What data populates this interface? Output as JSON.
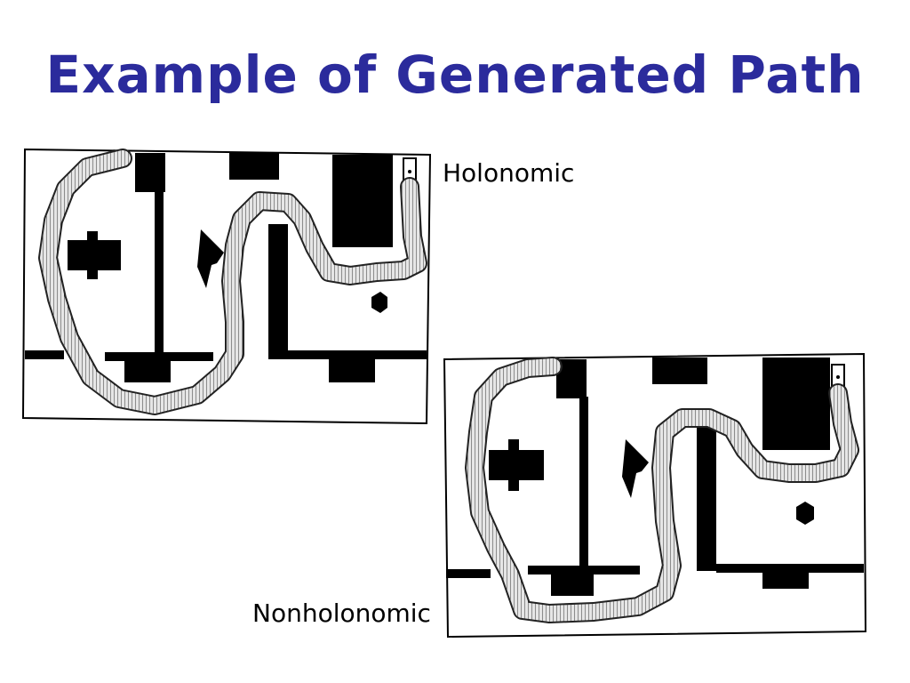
{
  "slide": {
    "title": "Example of Generated Path"
  },
  "figures": [
    {
      "caption": "Holonomic"
    },
    {
      "caption": "Nonholonomic"
    }
  ],
  "colors": {
    "title": "#2b2b9c",
    "obstacle": "#000000",
    "path_fill": "#d8d8d8",
    "path_stroke": "#222222"
  }
}
